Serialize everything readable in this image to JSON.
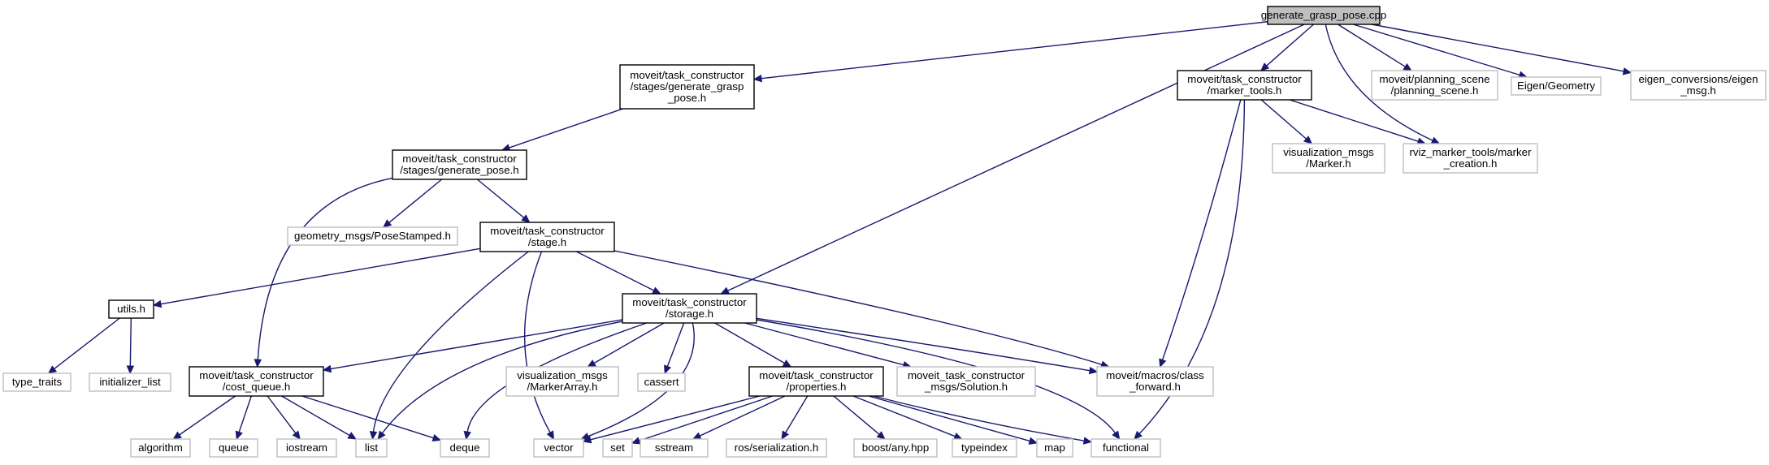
{
  "graph_title": "generate_grasp_pose.cpp",
  "colors": {
    "edge": "#191970",
    "documented_border": "#000000",
    "undocumented_border": "#bfbfbf",
    "root_fill": "#bfbfbf",
    "node_fill": "#ffffff"
  },
  "nodes": [
    {
      "id": "root",
      "kind": "root",
      "lines": [
        "generate_grasp_pose.cpp"
      ]
    },
    {
      "id": "ggp",
      "kind": "documented",
      "lines": [
        "moveit/task_constructor",
        "/stages/generate_grasp",
        "_pose.h"
      ]
    },
    {
      "id": "gp",
      "kind": "documented",
      "lines": [
        "moveit/task_constructor",
        "/stages/generate_pose.h"
      ]
    },
    {
      "id": "geom",
      "kind": "undocumented",
      "lines": [
        "geometry_msgs/PoseStamped.h"
      ]
    },
    {
      "id": "stage",
      "kind": "documented",
      "lines": [
        "moveit/task_constructor",
        "/stage.h"
      ]
    },
    {
      "id": "utils",
      "kind": "documented",
      "lines": [
        "utils.h"
      ]
    },
    {
      "id": "tt",
      "kind": "undocumented",
      "lines": [
        "type_traits"
      ]
    },
    {
      "id": "il",
      "kind": "undocumented",
      "lines": [
        "initializer_list"
      ]
    },
    {
      "id": "cq",
      "kind": "documented",
      "lines": [
        "moveit/task_constructor",
        "/cost_queue.h"
      ]
    },
    {
      "id": "storage",
      "kind": "documented",
      "lines": [
        "moveit/task_constructor",
        "/storage.h"
      ]
    },
    {
      "id": "vma",
      "kind": "undocumented",
      "lines": [
        "visualization_msgs",
        "/MarkerArray.h"
      ]
    },
    {
      "id": "cassert",
      "kind": "undocumented",
      "lines": [
        "cassert"
      ]
    },
    {
      "id": "props",
      "kind": "documented",
      "lines": [
        "moveit/task_constructor",
        "/properties.h"
      ]
    },
    {
      "id": "sol",
      "kind": "undocumented",
      "lines": [
        "moveit_task_constructor",
        "_msgs/Solution.h"
      ]
    },
    {
      "id": "cf",
      "kind": "undocumented",
      "lines": [
        "moveit/macros/class",
        "_forward.h"
      ]
    },
    {
      "id": "mt",
      "kind": "documented",
      "lines": [
        "moveit/task_constructor",
        "/marker_tools.h"
      ]
    },
    {
      "id": "vm",
      "kind": "undocumented",
      "lines": [
        "visualization_msgs",
        "/Marker.h"
      ]
    },
    {
      "id": "rviz",
      "kind": "undocumented",
      "lines": [
        "rviz_marker_tools/marker",
        "_creation.h"
      ]
    },
    {
      "id": "ps",
      "kind": "undocumented",
      "lines": [
        "moveit/planning_scene",
        "/planning_scene.h"
      ]
    },
    {
      "id": "eig",
      "kind": "undocumented",
      "lines": [
        "Eigen/Geometry"
      ]
    },
    {
      "id": "ec",
      "kind": "undocumented",
      "lines": [
        "eigen_conversions/eigen",
        "_msg.h"
      ]
    },
    {
      "id": "algorithm",
      "kind": "undocumented",
      "lines": [
        "algorithm"
      ]
    },
    {
      "id": "queue",
      "kind": "undocumented",
      "lines": [
        "queue"
      ]
    },
    {
      "id": "iostream",
      "kind": "undocumented",
      "lines": [
        "iostream"
      ]
    },
    {
      "id": "list",
      "kind": "undocumented",
      "lines": [
        "list"
      ]
    },
    {
      "id": "deque",
      "kind": "undocumented",
      "lines": [
        "deque"
      ]
    },
    {
      "id": "vector",
      "kind": "undocumented",
      "lines": [
        "vector"
      ]
    },
    {
      "id": "set",
      "kind": "undocumented",
      "lines": [
        "set"
      ]
    },
    {
      "id": "sstream",
      "kind": "undocumented",
      "lines": [
        "sstream"
      ]
    },
    {
      "id": "rosser",
      "kind": "undocumented",
      "lines": [
        "ros/serialization.h"
      ]
    },
    {
      "id": "any",
      "kind": "undocumented",
      "lines": [
        "boost/any.hpp"
      ]
    },
    {
      "id": "typeindex",
      "kind": "undocumented",
      "lines": [
        "typeindex"
      ]
    },
    {
      "id": "map",
      "kind": "undocumented",
      "lines": [
        "map"
      ]
    },
    {
      "id": "functional",
      "kind": "undocumented",
      "lines": [
        "functional"
      ]
    }
  ],
  "edges": [
    [
      "root",
      "ggp"
    ],
    [
      "root",
      "storage"
    ],
    [
      "root",
      "mt"
    ],
    [
      "root",
      "rviz"
    ],
    [
      "root",
      "ps"
    ],
    [
      "root",
      "eig"
    ],
    [
      "root",
      "ec"
    ],
    [
      "ggp",
      "gp"
    ],
    [
      "gp",
      "cq"
    ],
    [
      "gp",
      "geom"
    ],
    [
      "gp",
      "stage"
    ],
    [
      "stage",
      "utils"
    ],
    [
      "stage",
      "storage"
    ],
    [
      "stage",
      "list"
    ],
    [
      "stage",
      "vector"
    ],
    [
      "stage",
      "cf"
    ],
    [
      "utils",
      "tt"
    ],
    [
      "utils",
      "il"
    ],
    [
      "storage",
      "cq"
    ],
    [
      "storage",
      "list"
    ],
    [
      "storage",
      "deque"
    ],
    [
      "storage",
      "vma"
    ],
    [
      "storage",
      "cassert"
    ],
    [
      "storage",
      "props"
    ],
    [
      "storage",
      "sol"
    ],
    [
      "storage",
      "cf"
    ],
    [
      "storage",
      "vector"
    ],
    [
      "storage",
      "functional"
    ],
    [
      "cq",
      "algorithm"
    ],
    [
      "cq",
      "queue"
    ],
    [
      "cq",
      "iostream"
    ],
    [
      "cq",
      "list"
    ],
    [
      "cq",
      "deque"
    ],
    [
      "props",
      "vector"
    ],
    [
      "props",
      "set"
    ],
    [
      "props",
      "sstream"
    ],
    [
      "props",
      "rosser"
    ],
    [
      "props",
      "any"
    ],
    [
      "props",
      "typeindex"
    ],
    [
      "props",
      "map"
    ],
    [
      "props",
      "functional"
    ],
    [
      "mt",
      "vm"
    ],
    [
      "mt",
      "rviz"
    ],
    [
      "mt",
      "cf"
    ],
    [
      "mt",
      "functional"
    ]
  ]
}
